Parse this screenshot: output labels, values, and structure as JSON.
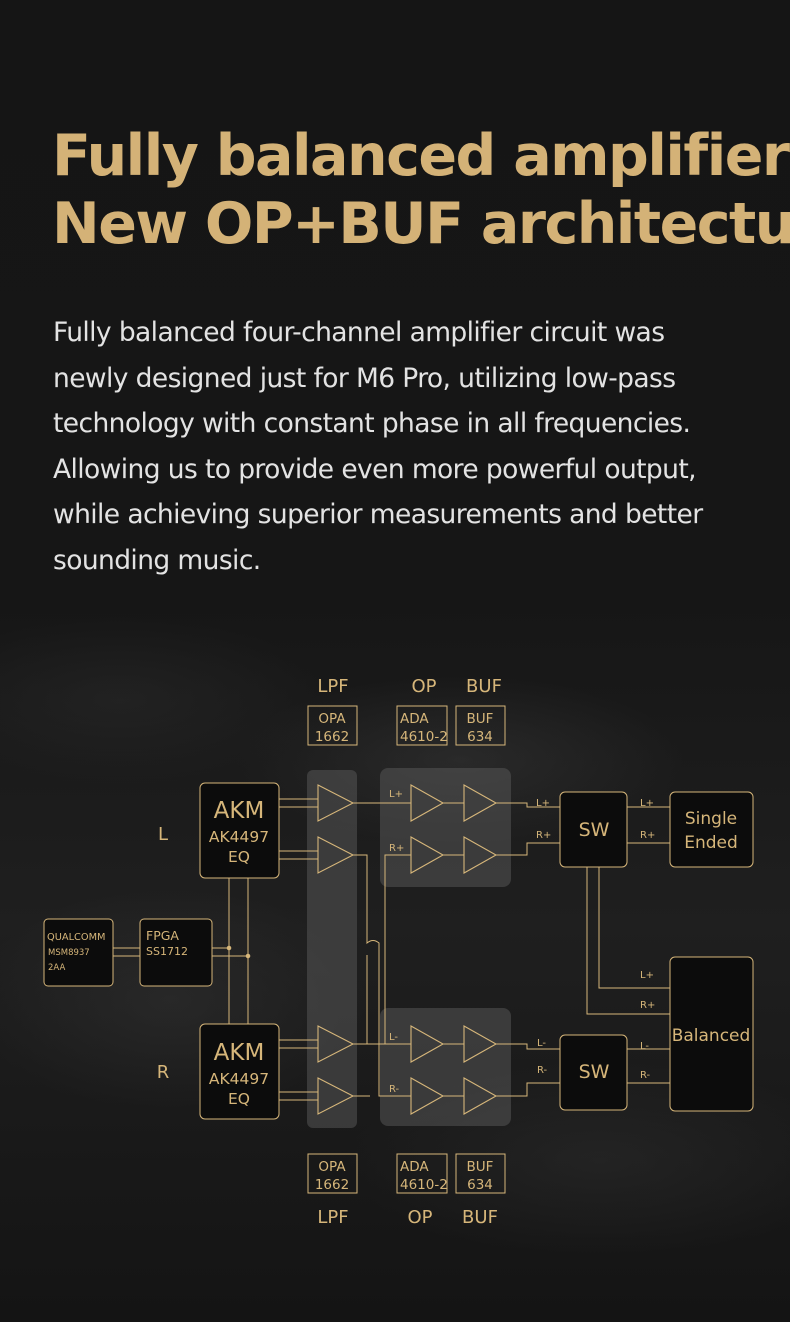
{
  "heading": {
    "line1": "Fully balanced amplifier",
    "line2": "New OP+BUF architecture"
  },
  "description": {
    "lines": [
      "Fully balanced four-channel amplifier circuit was",
      "newly designed just for M6 Pro, utilizing low-pass",
      "technology with constant phase in all frequencies.",
      "Allowing us to provide even more powerful output,",
      "while achieving superior measurements and better",
      "sounding music."
    ]
  },
  "diagram": {
    "colors": {
      "accent": "#d6b67a",
      "box_fill": "#0c0c0c",
      "highlight": "#5a5a5a"
    },
    "stage_headers": {
      "lpf": "LPF",
      "op": "OP",
      "buf": "BUF"
    },
    "chips": {
      "lpf": {
        "line1": "OPA",
        "line2": "1662"
      },
      "op": {
        "line1": "ADA",
        "line2": "4610-2"
      },
      "buf": {
        "line1": "BUF",
        "line2": "634"
      }
    },
    "channel_labels": {
      "left": "L",
      "right": "R"
    },
    "dac": {
      "brand": "AKM",
      "model": "AK4497",
      "sub": "EQ"
    },
    "soc": {
      "line1": "QUALCOMM",
      "line2": "MSM8937",
      "line3": "2AA"
    },
    "fpga": {
      "line1": "FPGA",
      "line2": "SS1712"
    },
    "switch_label": "SW",
    "outputs": {
      "single_line1": "Single",
      "single_line2": "Ended",
      "balanced": "Balanced"
    },
    "signals": {
      "l_plus": "L+",
      "r_plus": "R+",
      "l_minus": "L-",
      "r_minus": "R-"
    }
  }
}
